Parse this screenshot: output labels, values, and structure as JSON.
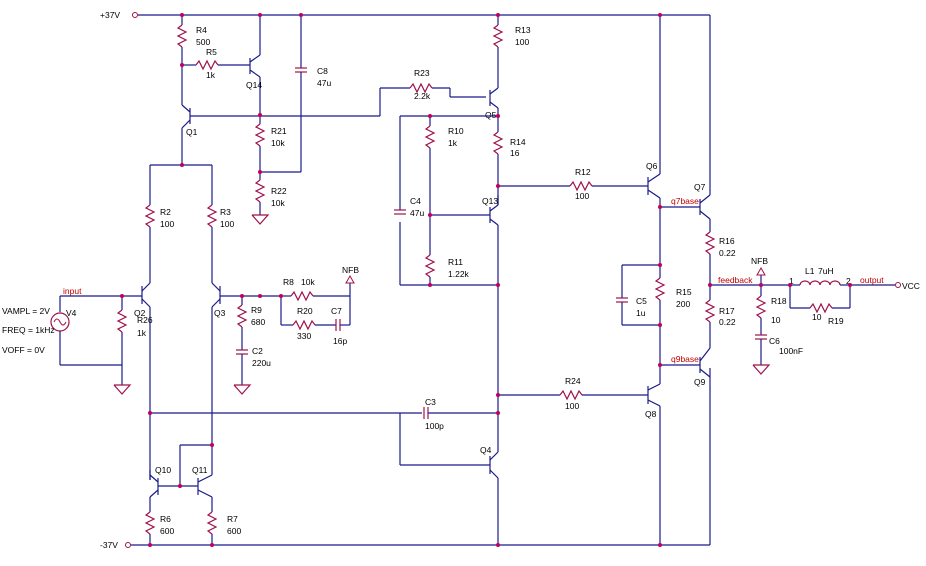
{
  "rails": {
    "pos": "+37V",
    "neg": "-37V",
    "vcc": "VCC"
  },
  "source": {
    "name": "V4",
    "vampl": "VAMPL = 2V",
    "freq": "FREQ = 1kHz",
    "voff": "VOFF = 0V"
  },
  "nets": {
    "input": "input",
    "feedback": "feedback",
    "output": "output",
    "q7base": "q7base",
    "q9base": "q9base",
    "nfb1": "NFB",
    "nfb2": "NFB"
  },
  "resistors": {
    "R4": {
      "name": "R4",
      "value": "500"
    },
    "R5": {
      "name": "R5",
      "value": "1k"
    },
    "R21": {
      "name": "R21",
      "value": "10k"
    },
    "R22": {
      "name": "R22",
      "value": "10k"
    },
    "R2": {
      "name": "R2",
      "value": "100"
    },
    "R3": {
      "name": "R3",
      "value": "100"
    },
    "R26": {
      "name": "R26",
      "value": "1k"
    },
    "R9": {
      "name": "R9",
      "value": "680"
    },
    "R8": {
      "name": "R8",
      "value": "10k"
    },
    "R20": {
      "name": "R20",
      "value": "330"
    },
    "R6": {
      "name": "R6",
      "value": "600"
    },
    "R7": {
      "name": "R7",
      "value": "600"
    },
    "R23": {
      "name": "R23",
      "value": "2.2k"
    },
    "R13": {
      "name": "R13",
      "value": "100"
    },
    "R14": {
      "name": "R14",
      "value": "16"
    },
    "R10": {
      "name": "R10",
      "value": "1k"
    },
    "R11": {
      "name": "R11",
      "value": "1.22k"
    },
    "R12": {
      "name": "R12",
      "value": "100"
    },
    "R24": {
      "name": "R24",
      "value": "100"
    },
    "R15": {
      "name": "R15",
      "value": "200"
    },
    "R16": {
      "name": "R16",
      "value": "0.22"
    },
    "R17": {
      "name": "R17",
      "value": "0.22"
    },
    "R18": {
      "name": "R18",
      "value": "10"
    },
    "R19": {
      "name": "R19",
      "value": "10"
    }
  },
  "capacitors": {
    "C8": {
      "name": "C8",
      "value": "47u"
    },
    "C2": {
      "name": "C2",
      "value": "220u"
    },
    "C7": {
      "name": "C7",
      "value": "16p"
    },
    "C3": {
      "name": "C3",
      "value": "100p"
    },
    "C4": {
      "name": "C4",
      "value": "47u"
    },
    "C5": {
      "name": "C5",
      "value": "1u"
    },
    "C6": {
      "name": "C6",
      "value": "100nF"
    }
  },
  "inductor": {
    "name": "L1",
    "value": "7uH",
    "pin1": "1",
    "pin2": "2"
  },
  "transistors": {
    "Q14": "Q14",
    "Q1": "Q1",
    "Q2": "Q2",
    "Q3": "Q3",
    "Q10": "Q10",
    "Q11": "Q11",
    "Q5": "Q5",
    "Q13": "Q13",
    "Q4": "Q4",
    "Q6": "Q6",
    "Q7": "Q7",
    "Q8": "Q8",
    "Q9": "Q9"
  }
}
